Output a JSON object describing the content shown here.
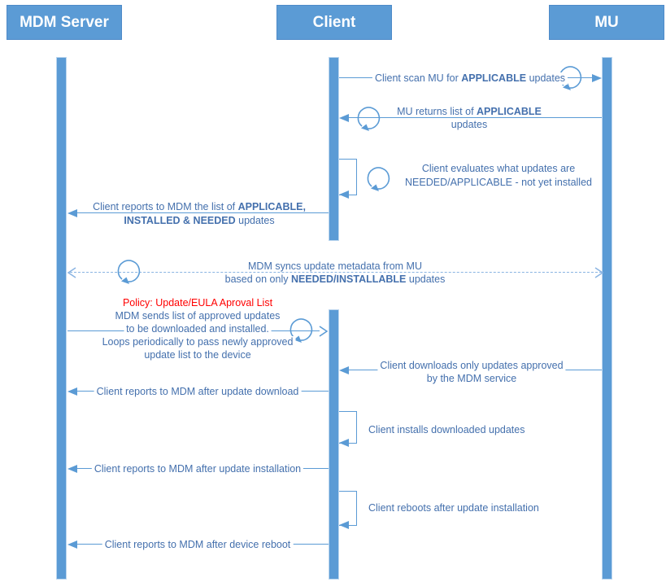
{
  "actors": [
    {
      "label": "MDM Server"
    },
    {
      "label": "Client"
    },
    {
      "label": "MU"
    }
  ],
  "colors": {
    "header_fill": "#5B9BD5",
    "lifeline_fill": "#5B9BD5",
    "solid_arrow": "#5B9BD5",
    "dashed_arrow": "#8AB4E2",
    "message_text": "#4470AD",
    "policy_title_red": "#FF0000",
    "background": "#FFFFFF"
  },
  "icons": {
    "loop": "self-repeat-loop-icon",
    "arrowhead_solid": "filled-triangle-arrowhead",
    "arrowhead_open": "open-chevron-arrowhead"
  },
  "messages": {
    "scan": {
      "rich": [
        {
          "t": "Client scan MU for "
        },
        {
          "t": "APPLICABLE",
          "b": true
        },
        {
          "t": " updates"
        }
      ]
    },
    "return_list": {
      "lines": [
        [
          {
            "t": "MU returns list of "
          },
          {
            "t": "APPLICABLE",
            "b": true
          }
        ],
        [
          {
            "t": "updates"
          }
        ]
      ]
    },
    "evaluate": {
      "lines": [
        [
          {
            "t": "Client evaluates what updates are"
          }
        ],
        [
          {
            "t": "NEEDED/APPLICABLE - not yet installed"
          }
        ]
      ]
    },
    "report_list": {
      "lines": [
        [
          {
            "t": "Client reports to MDM the list of "
          },
          {
            "t": "APPLICABLE,",
            "b": true
          }
        ],
        [
          {
            "t": "INSTALLED & NEEDED",
            "b": true
          },
          {
            "t": " updates"
          }
        ]
      ]
    },
    "sync_metadata": {
      "lines": [
        [
          {
            "t": "MDM syncs update metadata from MU"
          }
        ],
        [
          {
            "t": "based on only "
          },
          {
            "t": "NEEDED/INSTALLABLE",
            "b": true
          },
          {
            "t": " updates"
          }
        ]
      ]
    },
    "policy": {
      "title": "Policy: Update/EULA Aproval List",
      "body_lines": [
        "MDM sends list of approved updates",
        "to be downloaded and installed.",
        "Loops periodically to pass newly approved",
        "update list to the device"
      ]
    },
    "download_approved": {
      "lines": [
        [
          {
            "t": "Client downloads only updates approved"
          }
        ],
        [
          {
            "t": "by the MDM service"
          }
        ]
      ]
    },
    "report_download": "Client reports to MDM after update download",
    "install": "Client installs downloaded updates",
    "report_install": "Client reports to MDM after update installation",
    "reboot": "Client reboots after update installation",
    "report_reboot": "Client reports to MDM after device reboot"
  }
}
